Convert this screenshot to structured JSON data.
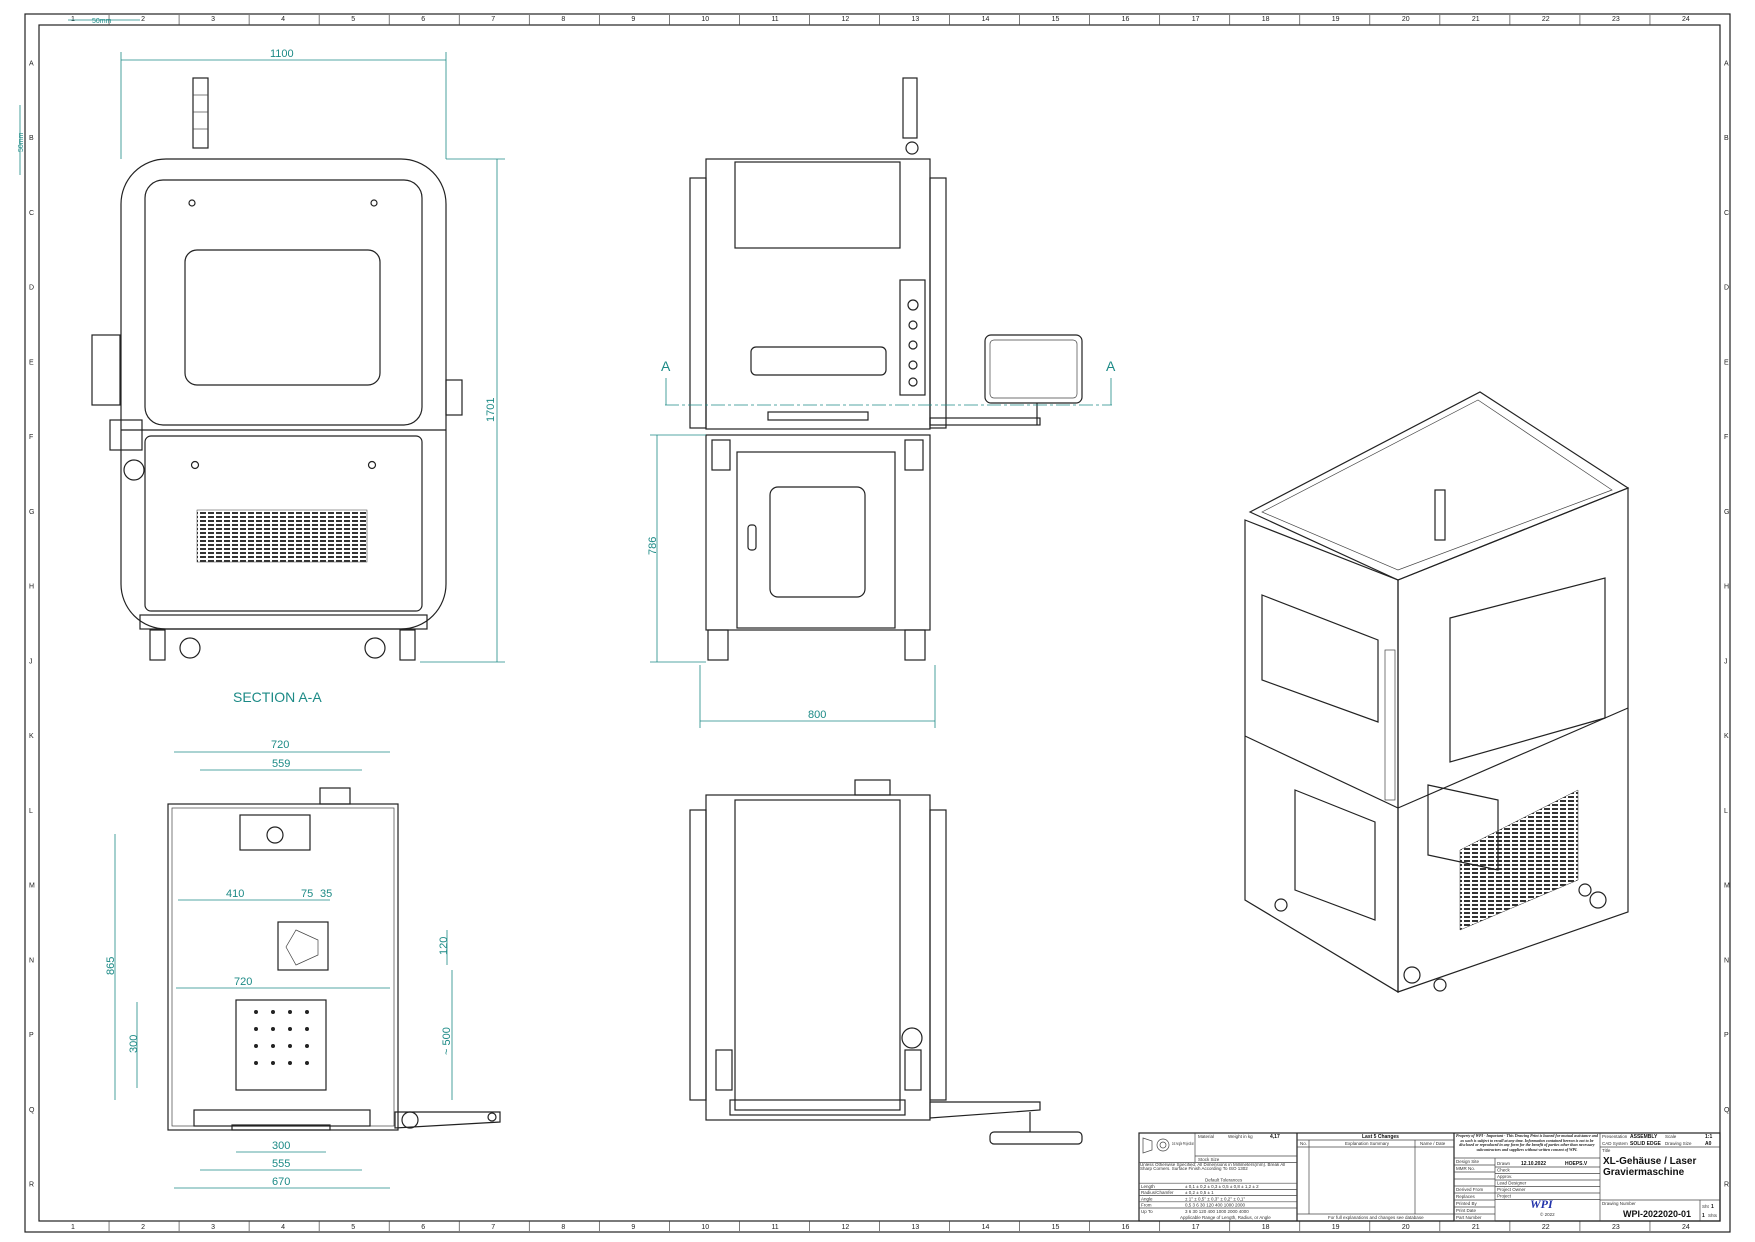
{
  "grid": {
    "columns": [
      "1",
      "2",
      "3",
      "4",
      "5",
      "6",
      "7",
      "8",
      "9",
      "10",
      "11",
      "12",
      "13",
      "14",
      "15",
      "16",
      "17",
      "18",
      "19",
      "20",
      "21",
      "22",
      "23",
      "24"
    ],
    "rows": [
      "A",
      "B",
      "C",
      "D",
      "E",
      "F",
      "G",
      "H",
      "J",
      "K",
      "L",
      "M",
      "N",
      "P",
      "Q",
      "R"
    ]
  },
  "scale_bar": {
    "horizontal": "50mm",
    "vertical": "50mm"
  },
  "front_view": {
    "width": "1100",
    "height": "1701"
  },
  "section": {
    "label": "SECTION A-A",
    "marker_left": "A",
    "marker_right": "A"
  },
  "side_view": {
    "height": "786",
    "width": "800"
  },
  "top_view": {
    "d720_top": "720",
    "d559": "559",
    "d410": "410",
    "d75": "75",
    "d35": "35",
    "d120": "120",
    "d720_mid": "720",
    "d865": "865",
    "d300_left": "300",
    "d500": "~ 500",
    "d300_bottom": "300",
    "d555": "555",
    "d670": "670"
  },
  "title_block": {
    "projection": "1st Angle Projection",
    "material_label": "Material",
    "weight_label": "Weight in kg",
    "weight_value": "4,17",
    "stock_size_label": "Stock Size",
    "unless_note": "Unless Otherwise Specified: All Dimensions in Millimeters(mm). Break All Sharp Corners. Surface Finish According To ISO 1302",
    "default_tolerances": "Default Tolerances",
    "tol_rows": [
      {
        "label": "Length",
        "values": "± 0,1   ± 0,2   ± 0,3   ± 0,5   ± 0,8   ± 1,2   ± 2"
      },
      {
        "label": "Radius/Chamfer",
        "values": "± 0,2   ± 0,5   ± 1"
      },
      {
        "label": "Angle",
        "values": "± 1°   ± 0,5°   ± 0,3°   ± 0,2°   ± 0,1°"
      },
      {
        "label": "From",
        "values": "0,5   3   6   30   120   400   1000   2000"
      },
      {
        "label": "Up To",
        "values": "3   6   30   120   400   1000   2000   4000"
      }
    ],
    "applicable_range": "Applicable Range of Length, Radius, or Angle",
    "changes_title": "Last 5 Changes",
    "changes_no": "No.",
    "changes_summary": "Explanation Summary",
    "changes_name": "Name / Date",
    "changes_footer": "For full explanations and changes see database",
    "property_note": "Property of WPI - Important - This Drawing Print is loaned for mutual assistance and as such is subject to recall at any time. Information contained hereon is not to be disclosed or reproduced in any form for the benefit of parties other than necessary subcontractors and suppliers without written consent of WPI.",
    "left_fields": [
      "Design Site",
      "MMR No.",
      "",
      "",
      "Derived From",
      "Replaces",
      "Printed By",
      "Print Date",
      "Part Number"
    ],
    "mid_fields": [
      "Drawn",
      "Check",
      "Approv.",
      "Lead Designer",
      "Project Owner",
      "Project"
    ],
    "drawn_date": "12.10.2022",
    "drawn_by": "HOEPS.V",
    "logo": "WPI",
    "logo_year": "© 2022",
    "presentation_label": "Presentation",
    "presentation_value": "ASSEMBLY",
    "scale_label": "Scale",
    "scale_value": "1:1",
    "cad_label": "CAD System",
    "cad_value": "SOLID EDGE",
    "size_label": "Drawing Size",
    "size_value": "A0",
    "title_label": "Title",
    "title_line1": "XL-Gehäuse / Laser",
    "title_line2": "Graviermaschine",
    "drawing_number_label": "Drawing Number",
    "drawing_number": "WPI-2022020-01",
    "sheet_label": "Sht",
    "sheet_value": "1",
    "sheets_label": "Shts",
    "sheets_value": "1"
  }
}
